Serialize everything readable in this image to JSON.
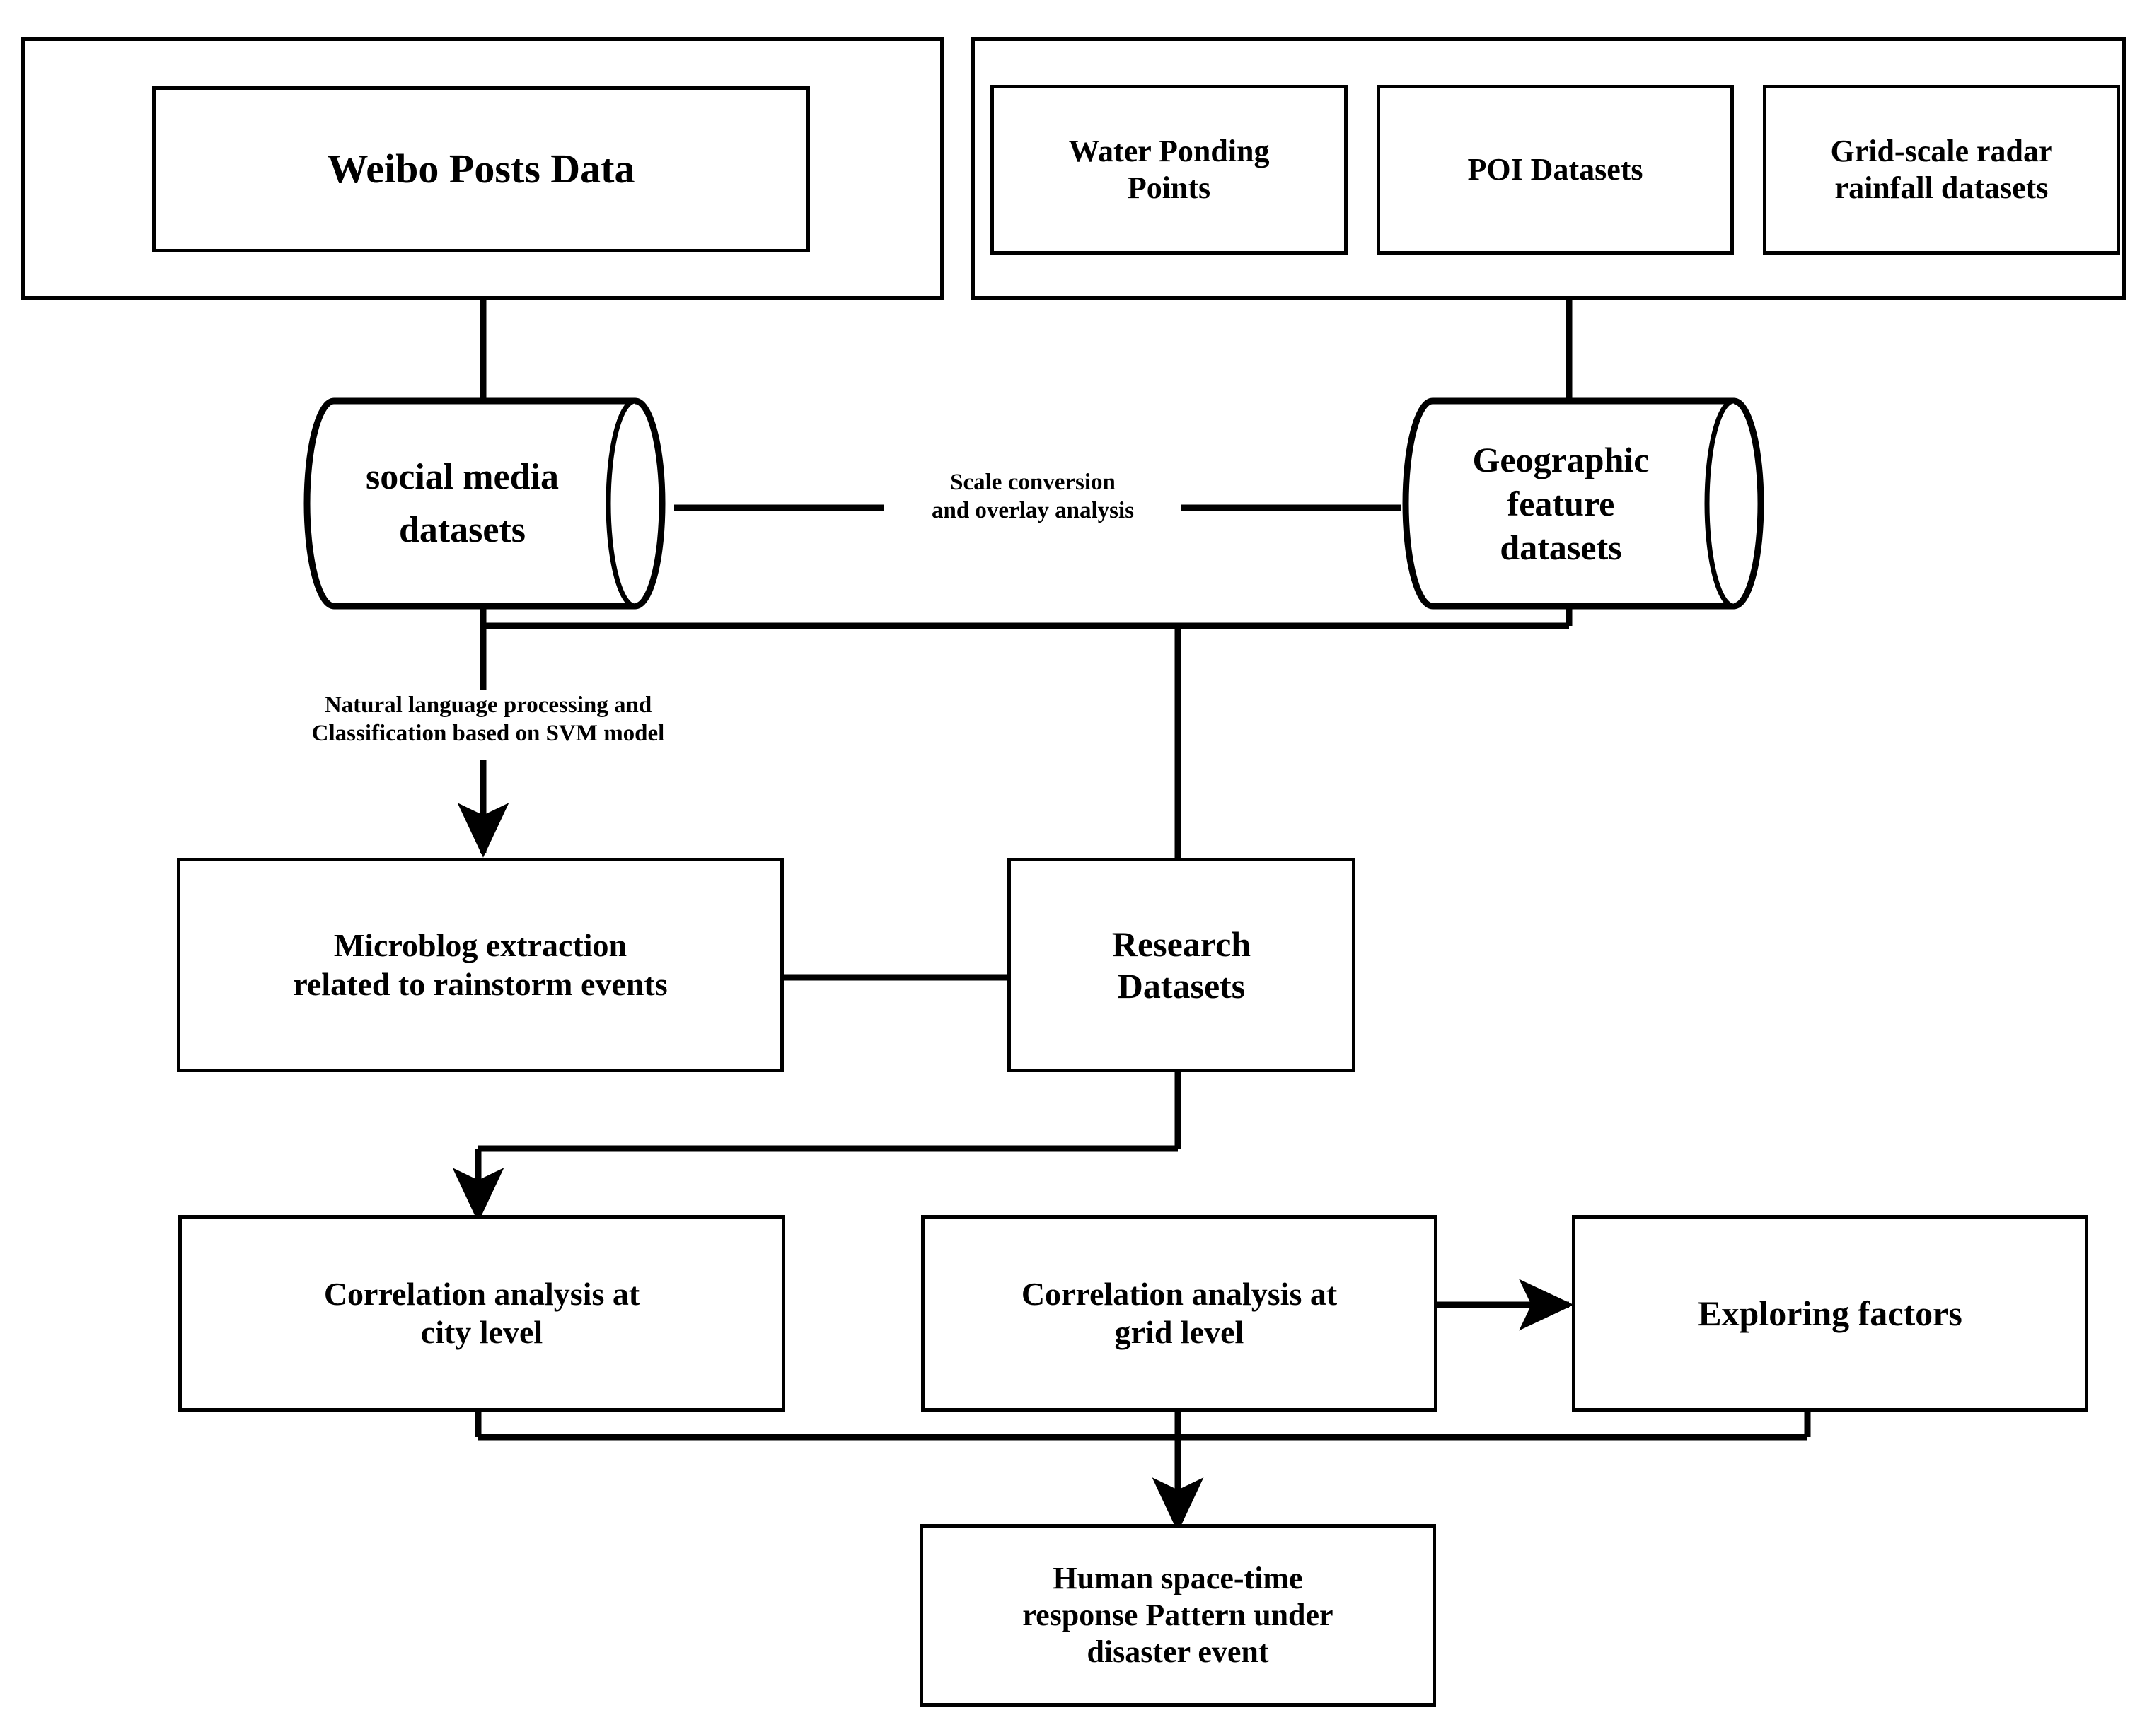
{
  "diagram": {
    "title": "Research workflow flowchart",
    "stroke_color": "#000000",
    "background_color": "#ffffff"
  },
  "nodes": {
    "weibo_group_label": "",
    "weibo_posts_data": "Weibo Posts Data",
    "geo_group_label": "",
    "water_ponding_points": "Water Ponding\nPoints",
    "poi_datasets": "POI Datasets",
    "grid_radar": "Grid-scale radar\nrainfall datasets",
    "social_media_datasets_line1": "social media",
    "social_media_datasets_line2": "datasets",
    "geographic_feature_datasets_line1": "Geographic",
    "geographic_feature_datasets_line2": "feature",
    "geographic_feature_datasets_line3": "datasets",
    "microblog_extraction": "Microblog extraction\nrelated to rainstorm events",
    "research_datasets": "Research\nDatasets",
    "correlation_city": "Correlation analysis at\ncity level",
    "correlation_grid": "Correlation analysis at\ngrid level",
    "exploring_factors": "Exploring factors",
    "human_response": "Human space-time\nresponse Pattern under\ndisaster event"
  },
  "edge_labels": {
    "scale_conversion": "Scale conversion\nand overlay analysis",
    "nlp_svm": "Natural language processing and\nClassification based on SVM model"
  }
}
